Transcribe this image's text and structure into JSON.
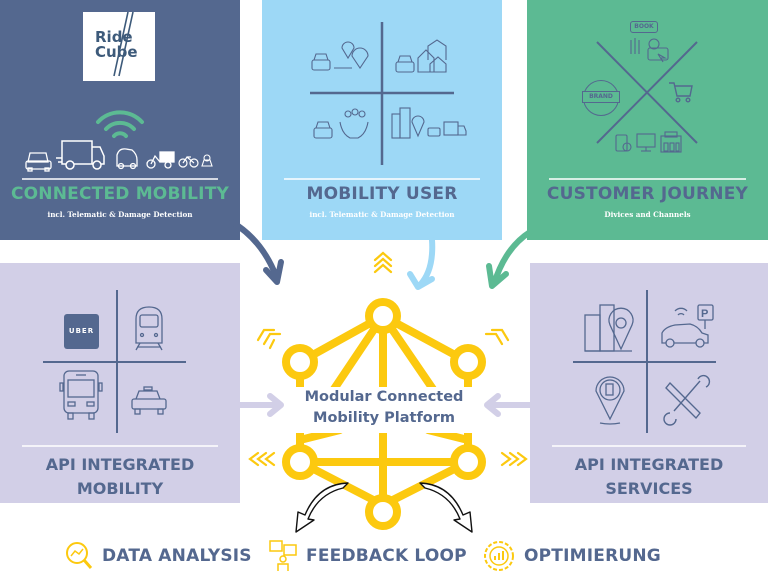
{
  "colors": {
    "navy": "#54688f",
    "sky": "#9dd8f6",
    "green": "#5cba93",
    "lavender": "#d2cfe7",
    "yellow": "#fcc90f",
    "white": "#ffffff"
  },
  "panels": {
    "connected_mobility": {
      "logo": {
        "line1": "Ride",
        "line2": "Cube"
      },
      "icons": [
        "wifi-icon",
        "car-icon",
        "truck-icon",
        "smart-car-icon",
        "cargo-bike-icon",
        "bicycle-icon",
        "scooter-icon"
      ],
      "title": "CONNECTED MOBILITY",
      "subtitle": "incl. Telematic & Damage Detection"
    },
    "mobility_user": {
      "icons": [
        "car-route-pin-icon",
        "car-houses-icon",
        "car-hands-people-icon",
        "city-pin-car-truck-icon"
      ],
      "title": "MOBILITY USER",
      "subtitle": "incl. Telematic & Damage Detection"
    },
    "customer_journey": {
      "icons": [
        "book-hand-payment-icon",
        "brand-badge-icon",
        "shopping-cart-icon",
        "phone-monitor-store-icon"
      ],
      "book_label": "BOOK",
      "brand_label": "BRAND",
      "title": "CUSTOMER JOURNEY",
      "subtitle": "Divices and Channels"
    },
    "api_mobility": {
      "uber_label": "UBER",
      "icons": [
        "uber-icon",
        "train-icon",
        "bus-icon",
        "taxi-icon"
      ],
      "title_line1": "API INTEGRATED",
      "title_line2": "MOBILITY"
    },
    "api_services": {
      "icons": [
        "city-pin-icon",
        "connected-car-parking-icon",
        "fuel-station-pin-icon",
        "tools-icon"
      ],
      "parking_label": "P",
      "title_line1": "API INTEGRATED",
      "title_line2": "SERVICES"
    }
  },
  "center": {
    "label_line1": "Modular Connected",
    "label_line2": "Mobility Platform"
  },
  "bottom": [
    {
      "icon": "magnifier-chart-icon",
      "label": "DATA ANALYSIS"
    },
    {
      "icon": "feedback-icon",
      "label": "FEEDBACK LOOP"
    },
    {
      "icon": "gear-chart-icon",
      "label": "OPTIMIERUNG"
    }
  ]
}
